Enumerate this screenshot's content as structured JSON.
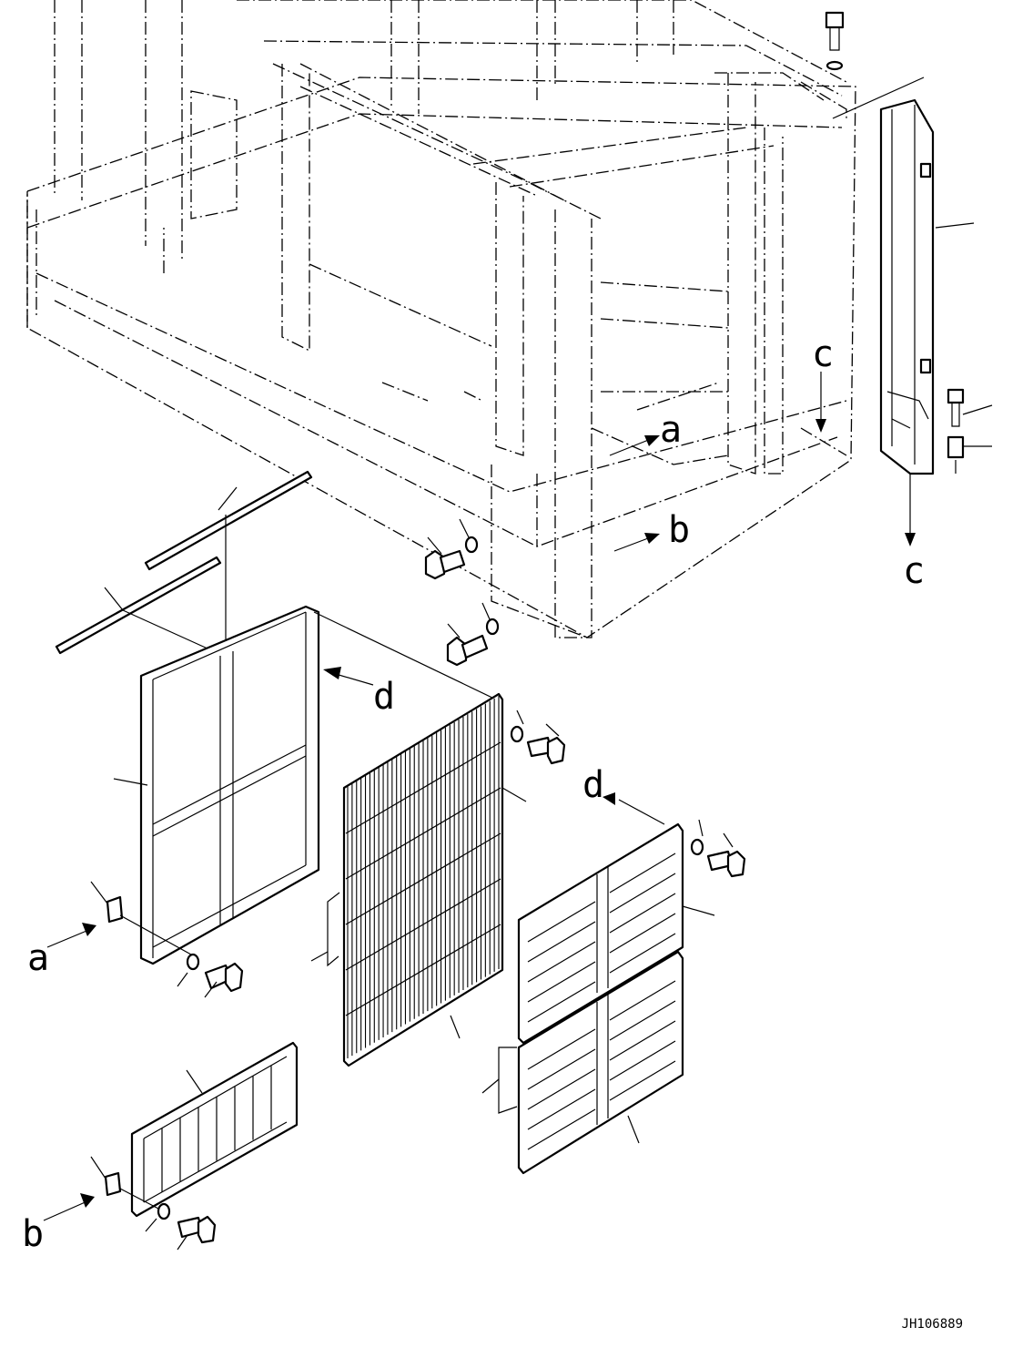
{
  "callouts": {
    "a_top": "a",
    "b_top": "b",
    "c_top": "c",
    "c_bottom": "c",
    "d_top": "d",
    "d_right": "d",
    "a_left": "a",
    "b_left": "b"
  },
  "drawing_code": "JH106889"
}
